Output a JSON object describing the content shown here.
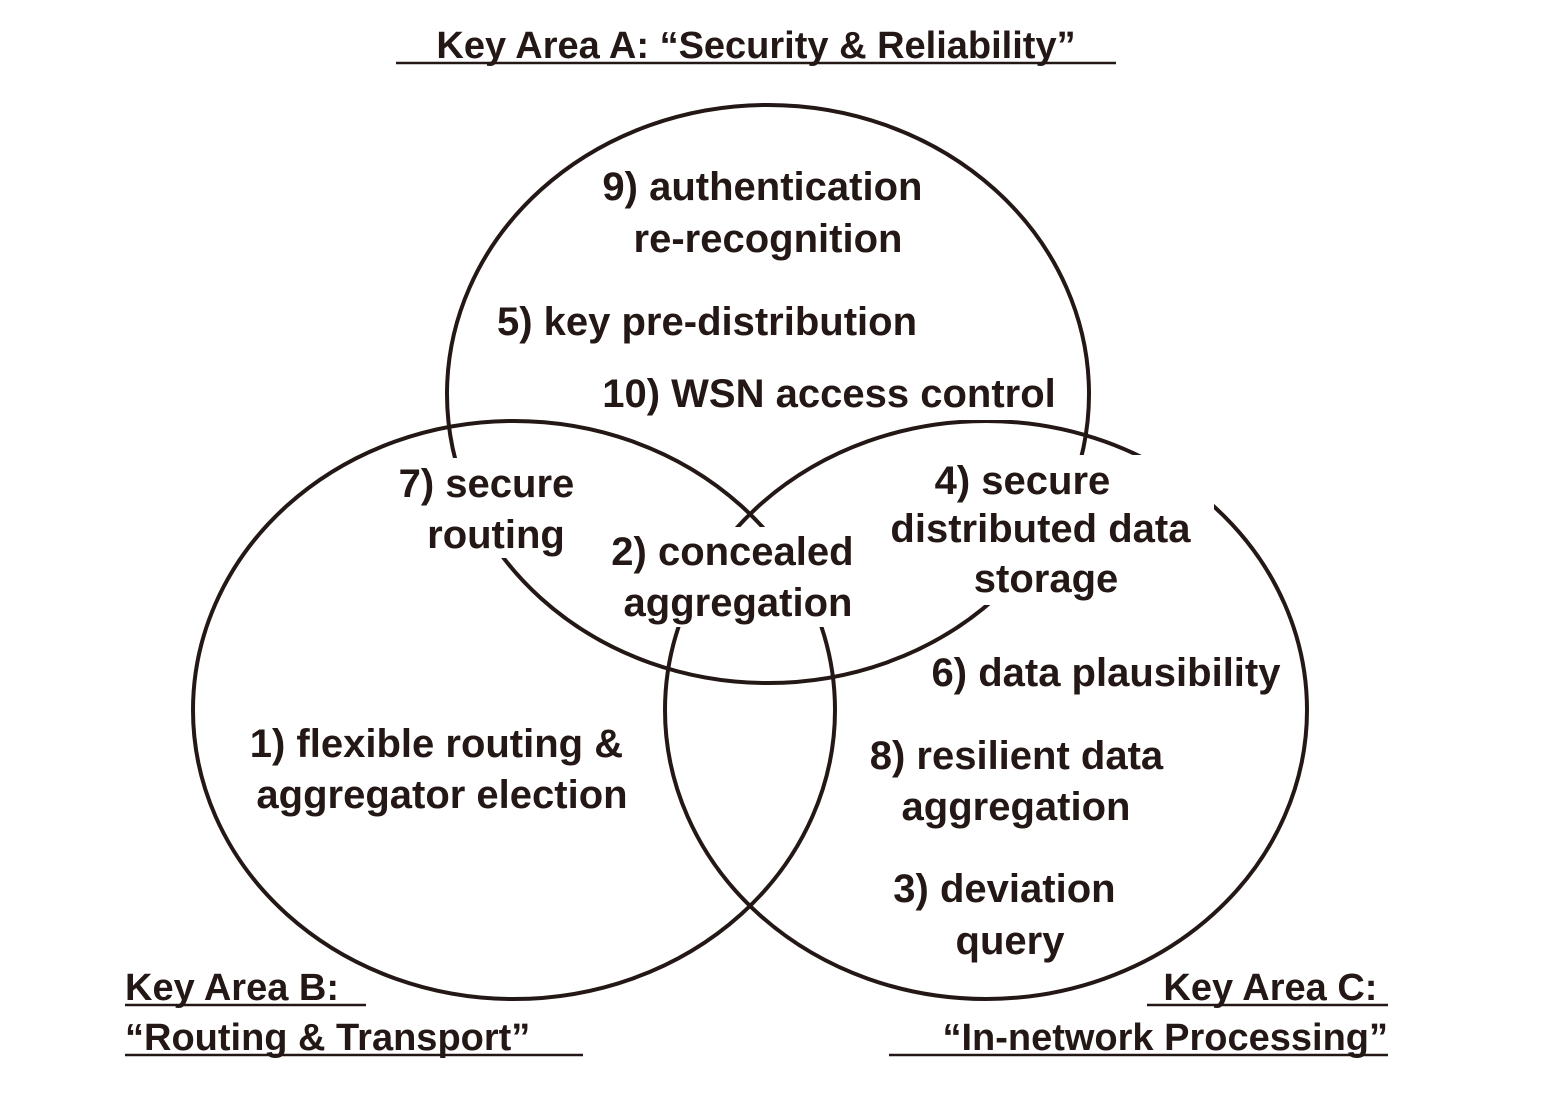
{
  "colors": {
    "ink": "#231815",
    "background": "#ffffff"
  },
  "areas": {
    "a": {
      "lines": [
        "Key Area A: “Security & Reliability”"
      ]
    },
    "b": {
      "lines": [
        "Key Area B:",
        "“Routing & Transport”"
      ]
    },
    "c": {
      "lines": [
        "Key Area C:",
        "“In-network Processing”"
      ]
    }
  },
  "items": {
    "i9": {
      "lines": [
        "9) authentication",
        "re-recognition"
      ]
    },
    "i5": {
      "lines": [
        "5) key pre-distribution"
      ]
    },
    "i10": {
      "lines": [
        "10) WSN access control"
      ]
    },
    "i7": {
      "lines": [
        "7) secure",
        "routing"
      ]
    },
    "i2": {
      "lines": [
        "2) concealed",
        "aggregation"
      ]
    },
    "i4": {
      "lines": [
        "4) secure",
        "distributed data",
        "storage"
      ]
    },
    "i6": {
      "lines": [
        "6) data plausibility"
      ]
    },
    "i1": {
      "lines": [
        "1) flexible routing &",
        "aggregator election"
      ]
    },
    "i8": {
      "lines": [
        "8) resilient data",
        "aggregation"
      ]
    },
    "i3": {
      "lines": [
        "3) deviation",
        "query"
      ]
    }
  }
}
